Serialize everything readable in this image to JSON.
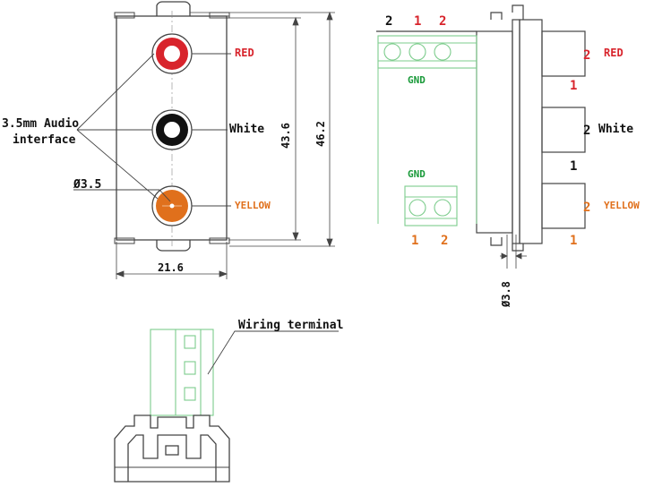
{
  "colors": {
    "red": "#d8242c",
    "orange": "#e0701c",
    "green": "#1a9a3a",
    "dark": "#111111",
    "outline": "#444444",
    "terminal_line": "#7ccc8c"
  },
  "front_view": {
    "labels": {
      "red": "RED",
      "white": "White",
      "yellow": "YELLOW",
      "audio_interface_line1": "3.5mm Audio",
      "audio_interface_line2": "interface",
      "diameter": "Ø3.5"
    },
    "dimensions": {
      "width": "21.6",
      "inner_height": "43.6",
      "outer_height": "46.2"
    }
  },
  "side_view": {
    "top_terminal_pins": [
      "2",
      "1",
      "2"
    ],
    "top_gnd": "GND",
    "bottom_gnd": "GND",
    "bottom_terminal_pins": [
      "1",
      "2"
    ],
    "jacks": [
      {
        "label": "RED",
        "upper_pin": "2",
        "lower_pin": "1"
      },
      {
        "label": "White",
        "upper_pin": "2",
        "lower_pin": "1"
      },
      {
        "label": "YELLOW",
        "upper_pin": "2",
        "lower_pin": "1"
      }
    ],
    "hole_diameter": "Ø3.8"
  },
  "bottom_view": {
    "wiring_terminal": "Wiring terminal"
  }
}
